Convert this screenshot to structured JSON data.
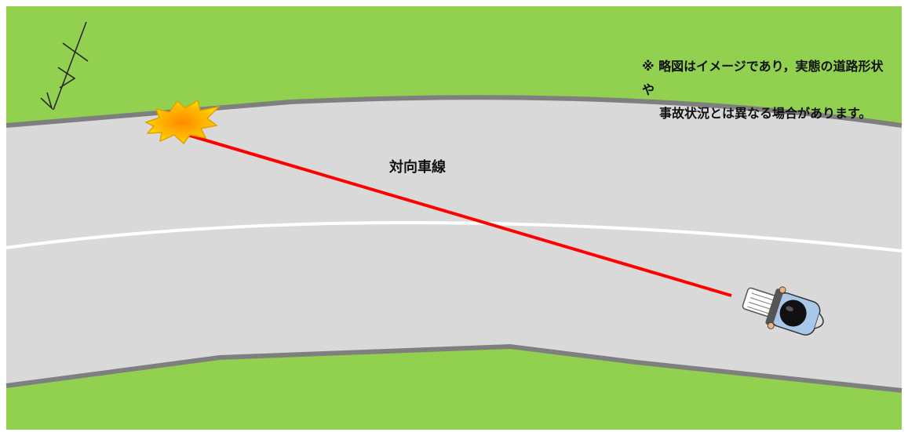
{
  "diagram": {
    "note_line1": "※ 略図はイメージであり，実態の道路形状や",
    "note_line2": "事故状況とは異なる場合があります。",
    "lane_label": "対向車線"
  },
  "colors": {
    "grass": "#92d050",
    "road": "#d9d9d9",
    "curb": "#7f7f7f",
    "center_line": "#ffffff",
    "trajectory": "#ff0000",
    "impact_outer": "#ffd200",
    "impact_inner": "#ff8a00"
  },
  "icons": {
    "north_arrow": "north-arrow-icon",
    "impact": "collision-burst-icon",
    "vehicle": "motorcycle-rider-icon"
  }
}
